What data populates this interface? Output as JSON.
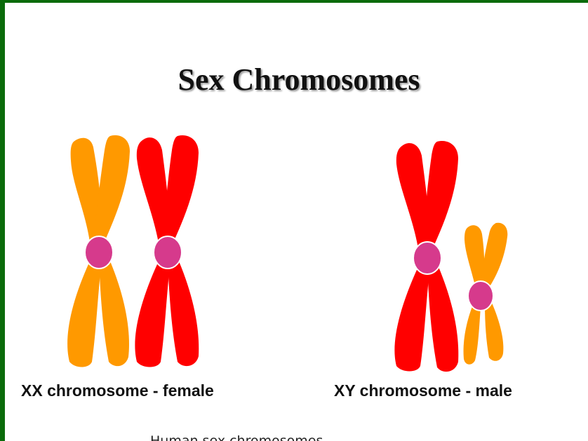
{
  "title": "Sex Chromosomes",
  "labels": {
    "female": "XX chromosome - female",
    "male": "XY chromosome - male"
  },
  "caption": "Human sex chromosomes",
  "colors": {
    "frame": "#0b6b0b",
    "orange_chromatid": "#ff9900",
    "red_chromatid": "#ff0000",
    "centromere": "#d63a8c"
  }
}
